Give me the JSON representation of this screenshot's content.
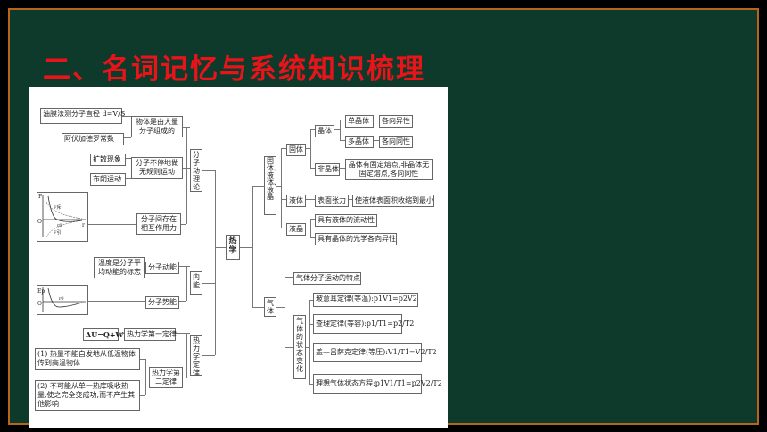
{
  "slide": {
    "title": "二、名词记忆与系统知识梳理"
  },
  "map": {
    "root": "热学",
    "b1": "分子动理论",
    "b1_n1": "物体是由大量分子组成的",
    "b1_n1_a": "油膜法测分子直径 d=V/S",
    "b1_n1_b": "阿伏加德罗常数",
    "b1_n2": "分子不停地做无规则运动",
    "b1_n2_a": "扩散现象",
    "b1_n2_b": "布朗运动",
    "b1_n3": "分子间存在相互作用力",
    "graph1": {
      "y": "F",
      "x": "r",
      "o": "O",
      "a": "F斥",
      "b": "r0",
      "c": "F引"
    },
    "b2": "内能",
    "b2_n1": "分子动能",
    "b2_n1_a": "温度是分子平均动能的标志",
    "b2_n2": "分子势能",
    "graph2": {
      "y": "Ep",
      "o": "O",
      "b": "r0"
    },
    "b3": "热力学定律",
    "b3_n1": "热力学第一定律",
    "b3_n1_a": "ΔU=Q+W",
    "b3_n2": "热力学第二定律",
    "b3_n2_a": "(1) 热量不能自发地从低温物体传到高温物体",
    "b3_n2_b": "(2) 不可能从单一热库吸收热量,使之完全变成功,而不产生其他影响",
    "r1": "固体、液体、液晶",
    "r1_solid": "固体",
    "r1_crystal": "晶体",
    "r1_single": "单晶体",
    "r1_single_a": "各向异性",
    "r1_poly": "多晶体",
    "r1_poly_a": "各向同性",
    "r1_amorph": "非晶体",
    "r1_amorph_a": "晶体有固定熔点,非晶体无固定熔点,各向同性",
    "r1_liquid": "液体",
    "r1_tension": "表面张力",
    "r1_tension_a": "使液体表面积收缩到最小",
    "r1_lc": "液晶",
    "r1_lc_a": "具有液体的流动性",
    "r1_lc_b": "具有晶体的光学各向异性",
    "r2": "气体",
    "r2_a": "气体分子运动的特点",
    "r2_laws": "气体的状态变化",
    "r2_l1": "玻意耳定律(等温):p1V1=p2V2",
    "r2_l2": "查理定律(等容):p1/T1=p2/T2",
    "r2_l3": "盖—吕萨克定律(等压):V1/T1=V2/T2",
    "r2_l4": "理想气体状态方程:p1V1/T1=p2V2/T2"
  }
}
